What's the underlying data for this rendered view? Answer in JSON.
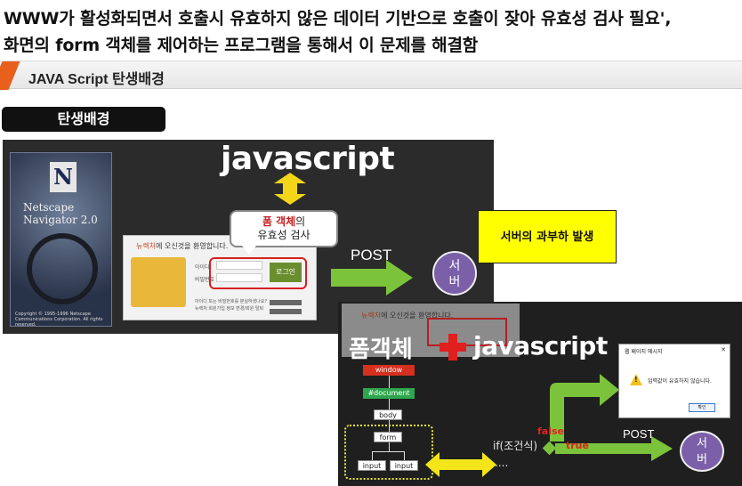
{
  "header": {
    "line1": "WWW가 활성화되면서 호출시 유효하지 않은 데이터 기반으로 호출이 잦아 유효성 검사 필요',",
    "line2": "화면의 form 객체를 제어하는 프로그램을 통해서 이 문제를 해결함"
  },
  "section": {
    "title": "JAVA Script 탄생배경"
  },
  "badge": {
    "label": "탄생배경"
  },
  "slide1": {
    "netscape_n": "N",
    "netscape_line1": "Netscape",
    "netscape_line2": "Navigator 2.0",
    "netscape_copyright": "Copyright © 1995-1996 Netscape Communications Corporation. All rights reserved.",
    "js_title": "javascript",
    "bubble_highlight": "폼 객체",
    "bubble_suffix": "의",
    "bubble_line2": "유효성 검사",
    "welcome_highlight": "뉴렉처",
    "welcome_text": "에 오신것을 환영합니다.",
    "id_label": "아이디",
    "pw_label": "비밀번호",
    "login_button": "로그인",
    "link_line1": "아이디 또는 비밀번호를 분실하셨나요?",
    "link_line2": "뉴렉처 회원가입 정보 변경/회원 탈퇴",
    "post_label": "POST",
    "server_label_1": "서",
    "server_label_2": "버"
  },
  "overload": {
    "label": "서버의 과부하 발생"
  },
  "slide2": {
    "card_welcome_highlight": "뉴렉처",
    "card_welcome_text": "에 오신것을 환영합니다.",
    "form_object": "폼객체",
    "js_title": "javascript",
    "dom_window": "window",
    "dom_document": "#document",
    "dom_body": "body",
    "dom_form": "form",
    "dom_input1": "input",
    "dom_input2": "input",
    "if_condition": "if(조건식)",
    "ellipsis": "....",
    "false_label": "false",
    "true_label": "true",
    "post_label": "POST",
    "server_label_1": "서",
    "server_label_2": "버",
    "dialog_title": "웹 페이지 메시지",
    "dialog_close": "✕",
    "dialog_icon": "!",
    "dialog_message": "입력값이 유효하지 않습니다.",
    "dialog_ok": "확인"
  },
  "colors": {
    "accent_orange": "#e8601c",
    "arrow_green": "#7cc33c",
    "arrow_yellow": "#f3d61a",
    "server_purple": "#7b5fa8",
    "alert_red": "#d82020",
    "highlight_yellow": "#ffff00"
  },
  "icons": {
    "plus": "plus-icon",
    "warning": "warning-icon",
    "double_arrow": "double-arrow-icon"
  }
}
